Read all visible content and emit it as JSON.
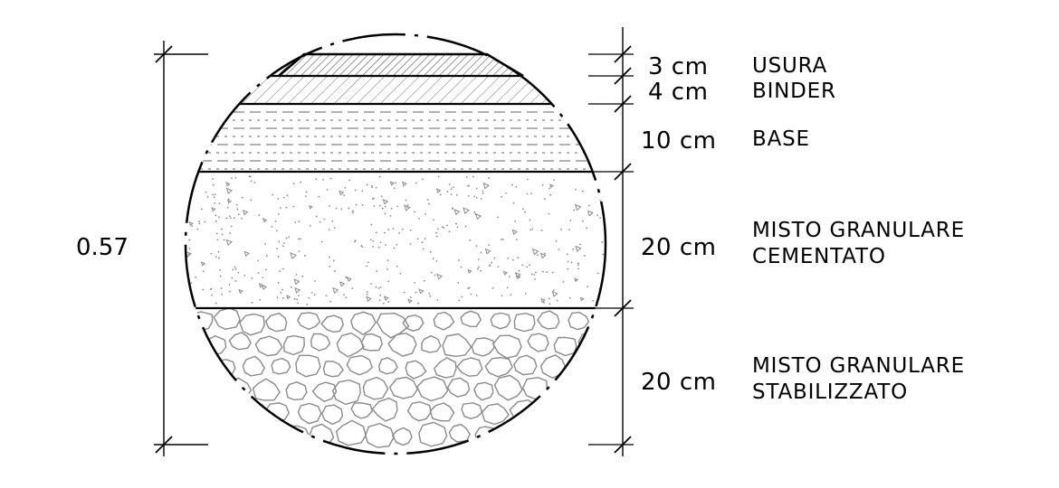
{
  "total_dimension": "0.57",
  "layers": [
    {
      "thickness": "3 cm",
      "label_lines": [
        "USURA"
      ]
    },
    {
      "thickness": "4 cm",
      "label_lines": [
        "BINDER"
      ]
    },
    {
      "thickness": "10 cm",
      "label_lines": [
        "BASE"
      ]
    },
    {
      "thickness": "20 cm",
      "label_lines": [
        "MISTO GRANULARE",
        "CEMENTATO"
      ]
    },
    {
      "thickness": "20 cm",
      "label_lines": [
        "MISTO GRANULARE",
        "STABILIZZATO"
      ]
    }
  ],
  "colors": {
    "outline": "#000000",
    "hatch": "#555555",
    "fill_detail": "#8a8a8a"
  }
}
